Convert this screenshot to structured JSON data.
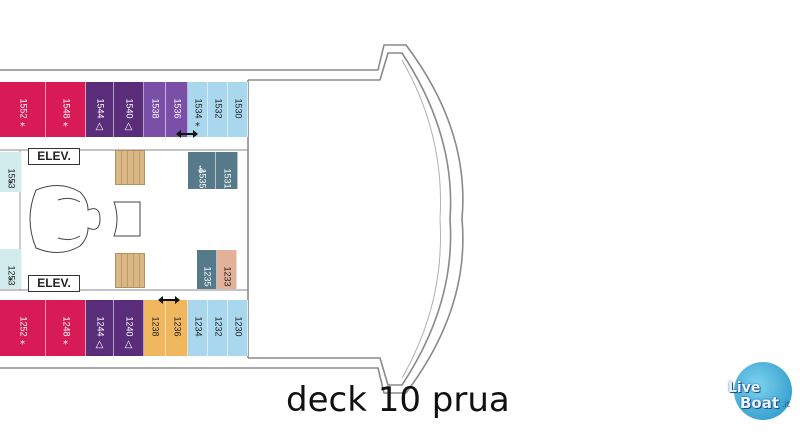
{
  "caption": "deck 10 prua",
  "logo": {
    "text_line1": "Live",
    "text_line2": "Boat",
    "text_suffix": ".it"
  },
  "elevator_label": "ELEV.",
  "symbols": {
    "star": "*",
    "triangle": "△",
    "wheelchair": "♿"
  },
  "colors": {
    "magenta": "#d81b57",
    "purple_dark": "#5a2d7a",
    "purple_mid": "#7a4fa8",
    "light_blue": "#a9d8ee",
    "teal": "#567a8a",
    "peach": "#e3b09a",
    "orange": "#f0b75e",
    "pale_cyan": "#d2ecee",
    "hull": "#888888"
  },
  "cabins_top": [
    {
      "number": "1552",
      "mark": "*",
      "color": "magenta"
    },
    {
      "number": "1548",
      "mark": "*",
      "color": "magenta"
    },
    {
      "number": "1544",
      "mark": "△",
      "color": "purple_dark"
    },
    {
      "number": "1540",
      "mark": "△",
      "color": "purple_dark"
    },
    {
      "number": "1538",
      "mark": "",
      "color": "purple_mid"
    },
    {
      "number": "1536",
      "mark": "",
      "color": "purple_mid"
    },
    {
      "number": "1534",
      "mark": "*",
      "color": "light_blue"
    },
    {
      "number": "1532",
      "mark": "",
      "color": "light_blue"
    },
    {
      "number": "1530",
      "mark": "",
      "color": "light_blue"
    }
  ],
  "cabins_bottom": [
    {
      "number": "1252",
      "mark": "*",
      "color": "magenta"
    },
    {
      "number": "1248",
      "mark": "*",
      "color": "magenta"
    },
    {
      "number": "1244",
      "mark": "△",
      "color": "purple_dark"
    },
    {
      "number": "1240",
      "mark": "△",
      "color": "purple_dark"
    },
    {
      "number": "1238",
      "mark": "",
      "color": "orange"
    },
    {
      "number": "1236",
      "mark": "",
      "color": "orange"
    },
    {
      "number": "1234",
      "mark": "",
      "color": "light_blue"
    },
    {
      "number": "1232",
      "mark": "",
      "color": "light_blue"
    },
    {
      "number": "1230",
      "mark": "",
      "color": "light_blue"
    }
  ],
  "cabins_inner": [
    {
      "number": "1535",
      "mark": "♿",
      "color": "teal"
    },
    {
      "number": "1531",
      "mark": "",
      "color": "teal"
    },
    {
      "number": "1235",
      "mark": "",
      "color": "teal"
    },
    {
      "number": "1233",
      "mark": "",
      "color": "peach"
    }
  ],
  "cabins_side": [
    {
      "number": "1553",
      "mark": "*",
      "color": "pale_cyan"
    },
    {
      "number": "1253",
      "mark": "*",
      "color": "pale_cyan"
    }
  ]
}
